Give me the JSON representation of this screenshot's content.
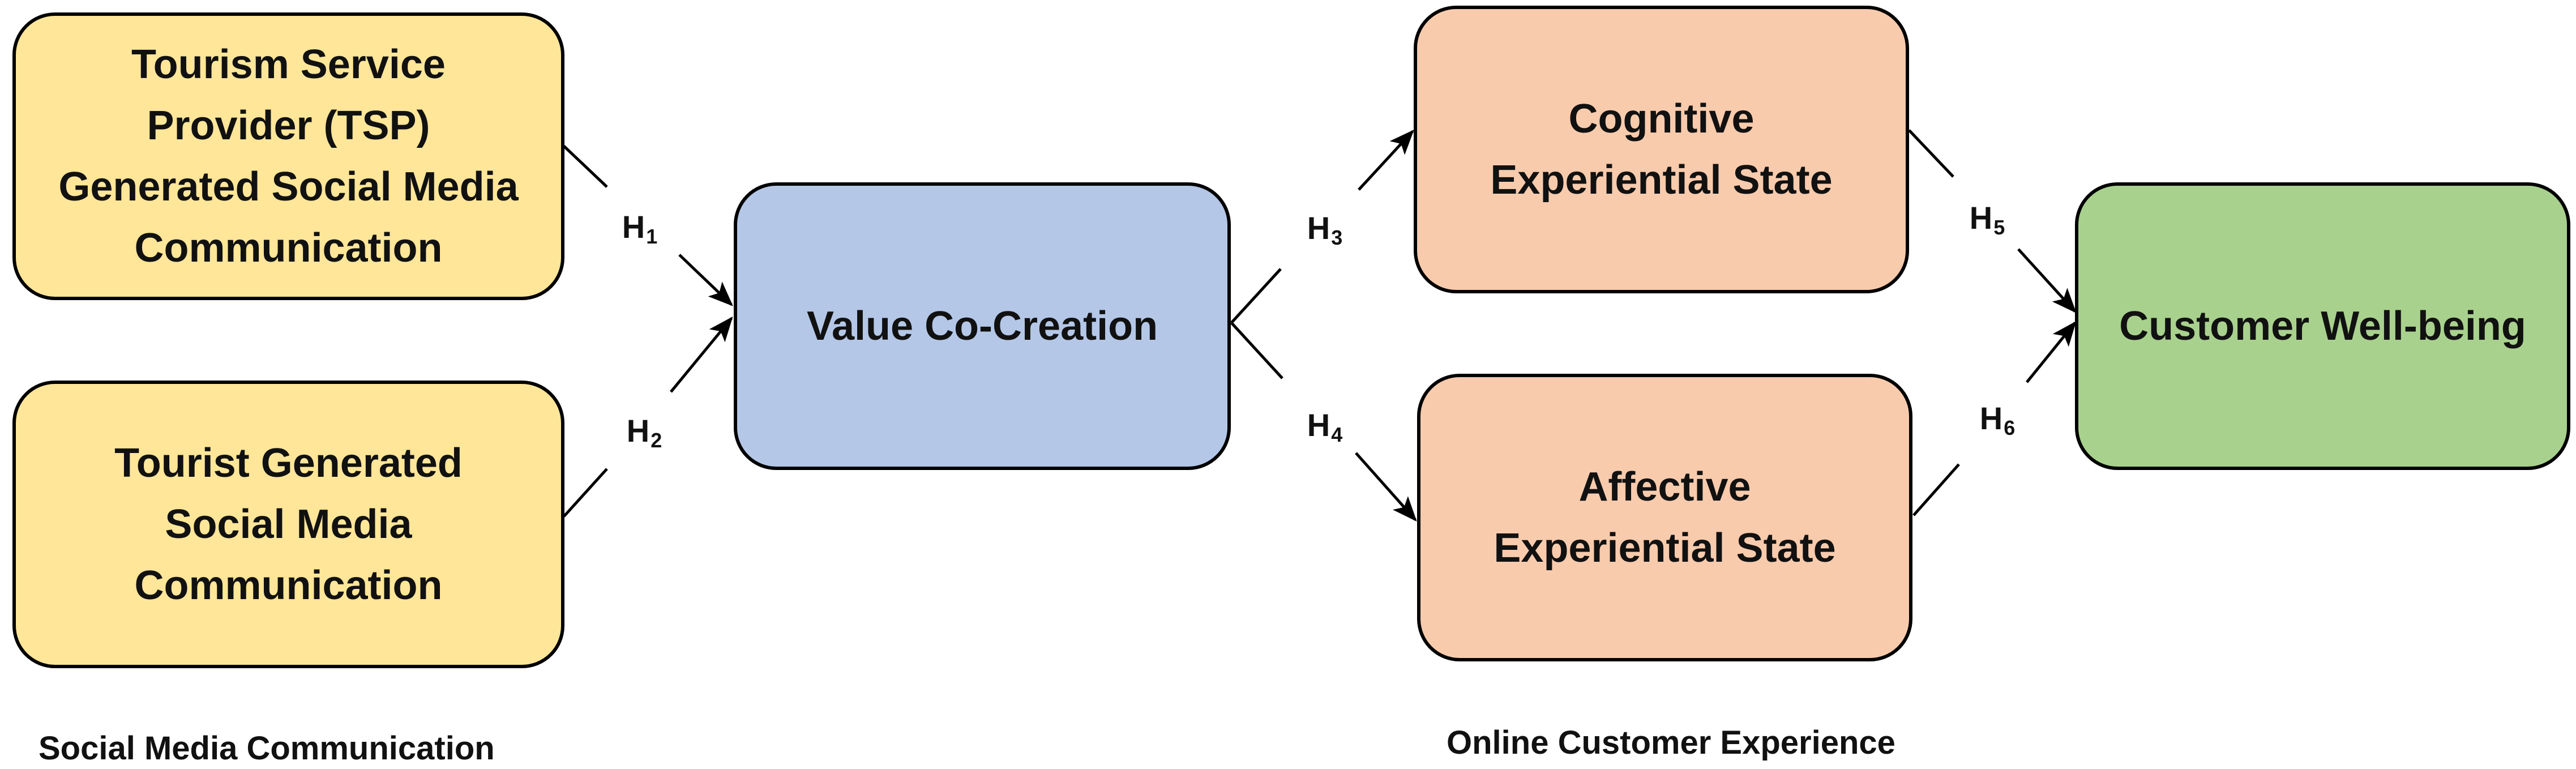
{
  "colors": {
    "source_fill": "#ffe699",
    "mediator_fill": "#b4c7e7",
    "experience_fill": "#f8cbad",
    "outcome_fill": "#a9d18e",
    "stroke": "#000000"
  },
  "nodes": {
    "tsp_communication": "Tourism Service Provider (TSP) Generated Social Media Communication",
    "tourist_communication": "Tourist Generated Social Media Communication",
    "value_cocreation": "Value Co-Creation",
    "cognitive_state": "Cognitive Experiential State",
    "affective_state": "Affective Experiential State",
    "wellbeing": "Customer Well-being"
  },
  "hypotheses": {
    "h1": {
      "letter": "H",
      "index": "1"
    },
    "h2": {
      "letter": "H",
      "index": "2"
    },
    "h3": {
      "letter": "H",
      "index": "3"
    },
    "h4": {
      "letter": "H",
      "index": "4"
    },
    "h5": {
      "letter": "H",
      "index": "5"
    },
    "h6": {
      "letter": "H",
      "index": "6"
    }
  },
  "groups": {
    "left": "Social Media Communication",
    "right": "Online Customer Experience"
  }
}
